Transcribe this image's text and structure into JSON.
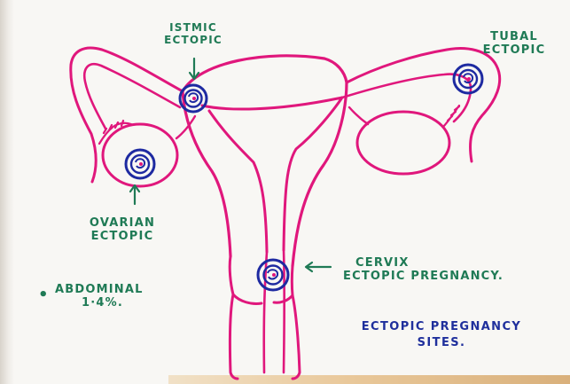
{
  "labels": {
    "istmic_line1": "ISTMIC",
    "istmic_line2": "ECTOPIC",
    "tubal_line1": "TUBAL",
    "tubal_line2": "ECTOPIC",
    "ovarian_line1": "OVARIAN",
    "ovarian_line2": "ECTOPIC",
    "abdominal_line1": "ABDOMINAL",
    "abdominal_line2": "1·4%.",
    "cervix_line1": "CERVIX",
    "cervix_line2": "ECTOPIC PREGNANCY.",
    "title_line1": "ECTOPIC PREGNANCY",
    "title_line2": "SITES."
  },
  "colors": {
    "uterus": "#e0177c",
    "ring": "#1e2aa1",
    "label": "#1f7a55",
    "title": "#1f2f9c"
  },
  "icons": {
    "arrow": "arrow-icon",
    "ring": "gestational-sac-icon",
    "bullet": "bullet-dot"
  }
}
